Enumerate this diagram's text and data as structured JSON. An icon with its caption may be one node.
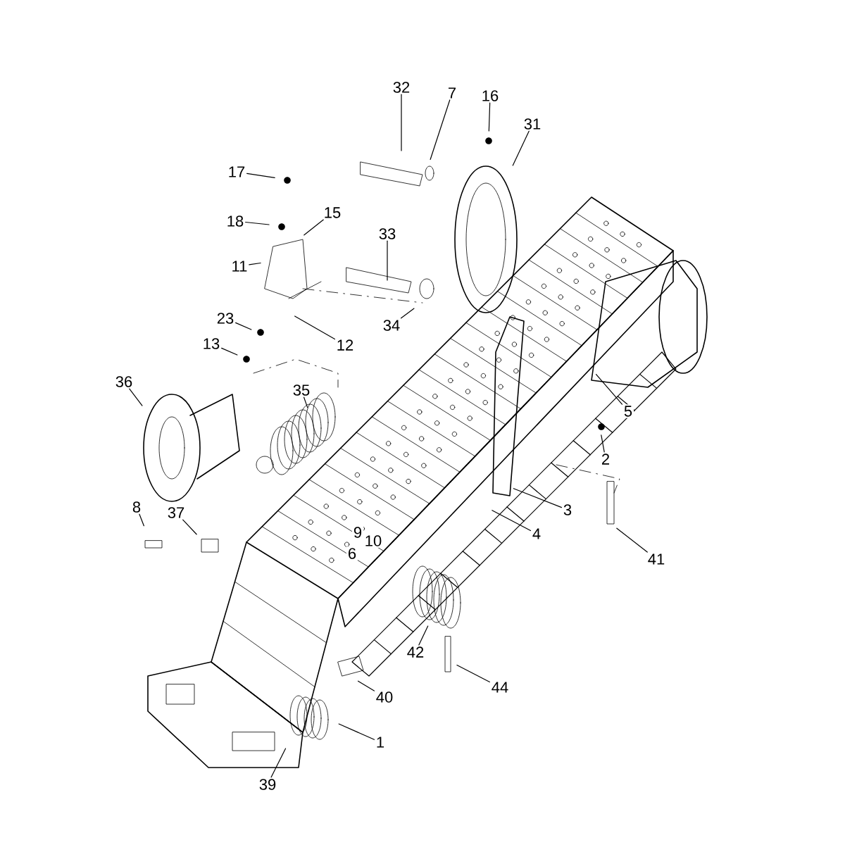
{
  "diagram": {
    "nodes": [
      {
        "text": [
          "32"
        ]
      },
      {
        "text": [
          "7"
        ]
      },
      {
        "text": [
          "16"
        ]
      },
      {
        "text": [
          "31"
        ]
      },
      {
        "text": [
          "17"
        ]
      },
      {
        "text": [
          "18"
        ]
      },
      {
        "text": [
          "15"
        ]
      },
      {
        "text": [
          "11"
        ]
      },
      {
        "text": [
          "33"
        ]
      },
      {
        "text": [
          "34"
        ]
      },
      {
        "text": [
          "12"
        ]
      },
      {
        "text": [
          "23"
        ]
      },
      {
        "text": [
          "13"
        ]
      },
      {
        "text": [
          "36"
        ]
      },
      {
        "text": [
          "35"
        ]
      },
      {
        "text": [
          "5"
        ]
      },
      {
        "text": [
          "2"
        ]
      },
      {
        "text": [
          "3"
        ]
      },
      {
        "text": [
          "4"
        ]
      },
      {
        "text": [
          "41"
        ]
      },
      {
        "text": [
          "8"
        ]
      },
      {
        "text": [
          "37"
        ]
      },
      {
        "text": [
          "9"
        ]
      },
      {
        "text": [
          "10"
        ]
      },
      {
        "text": [
          "6"
        ]
      },
      {
        "text": [
          "42"
        ]
      },
      {
        "text": [
          "44"
        ]
      },
      {
        "text": [
          "40"
        ]
      },
      {
        "text": [
          "1"
        ]
      },
      {
        "text": [
          "39"
        ]
      }
    ],
    "edges": [
      {
        "from": 0,
        "to": null,
        "arrow": "none"
      },
      {
        "from": 1,
        "to": null,
        "arrow": "none"
      },
      {
        "from": 2,
        "to": null,
        "arrow": "none"
      },
      {
        "from": 3,
        "to": null,
        "arrow": "none"
      },
      {
        "from": 4,
        "to": null,
        "arrow": "none"
      },
      {
        "from": 5,
        "to": null,
        "arrow": "none"
      },
      {
        "from": 6,
        "to": null,
        "arrow": "none"
      },
      {
        "from": 7,
        "to": null,
        "arrow": "none"
      },
      {
        "from": 8,
        "to": null,
        "arrow": "none"
      },
      {
        "from": 9,
        "to": null,
        "arrow": "none"
      },
      {
        "from": 10,
        "to": null,
        "arrow": "none"
      },
      {
        "from": 11,
        "to": null,
        "arrow": "none"
      },
      {
        "from": 12,
        "to": null,
        "arrow": "none"
      },
      {
        "from": 13,
        "to": null,
        "arrow": "none"
      },
      {
        "from": 14,
        "to": null,
        "arrow": "none"
      },
      {
        "from": 15,
        "to": null,
        "arrow": "none"
      },
      {
        "from": 16,
        "to": null,
        "arrow": "none"
      },
      {
        "from": 17,
        "to": null,
        "arrow": "none"
      },
      {
        "from": 18,
        "to": null,
        "arrow": "none"
      },
      {
        "from": 19,
        "to": null,
        "arrow": "none"
      },
      {
        "from": 20,
        "to": null,
        "arrow": "none"
      },
      {
        "from": 21,
        "to": null,
        "arrow": "none"
      },
      {
        "from": 25,
        "to": null,
        "arrow": "none"
      },
      {
        "from": 26,
        "to": null,
        "arrow": "none"
      },
      {
        "from": 27,
        "to": null,
        "arrow": "none"
      },
      {
        "from": 28,
        "to": null,
        "arrow": "none"
      },
      {
        "from": 29,
        "to": null,
        "arrow": "none"
      }
    ]
  }
}
